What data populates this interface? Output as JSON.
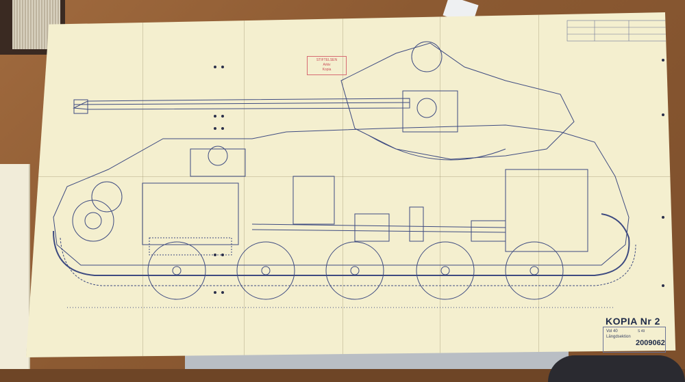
{
  "stamp": {
    "lines": [
      "STIFTELSEN",
      "Arkiv",
      "Kopia"
    ]
  },
  "copy_label": "KOPIA Nr 2",
  "title_block": {
    "line1": "Vol 40",
    "line2": "Längdsektion",
    "small": "S 49"
  },
  "drawing_number": "2009062",
  "colors": {
    "paper": "#f4efcf",
    "ink": "#3d4a80",
    "stamp": "#c94b57",
    "table": "#8c5a32"
  }
}
